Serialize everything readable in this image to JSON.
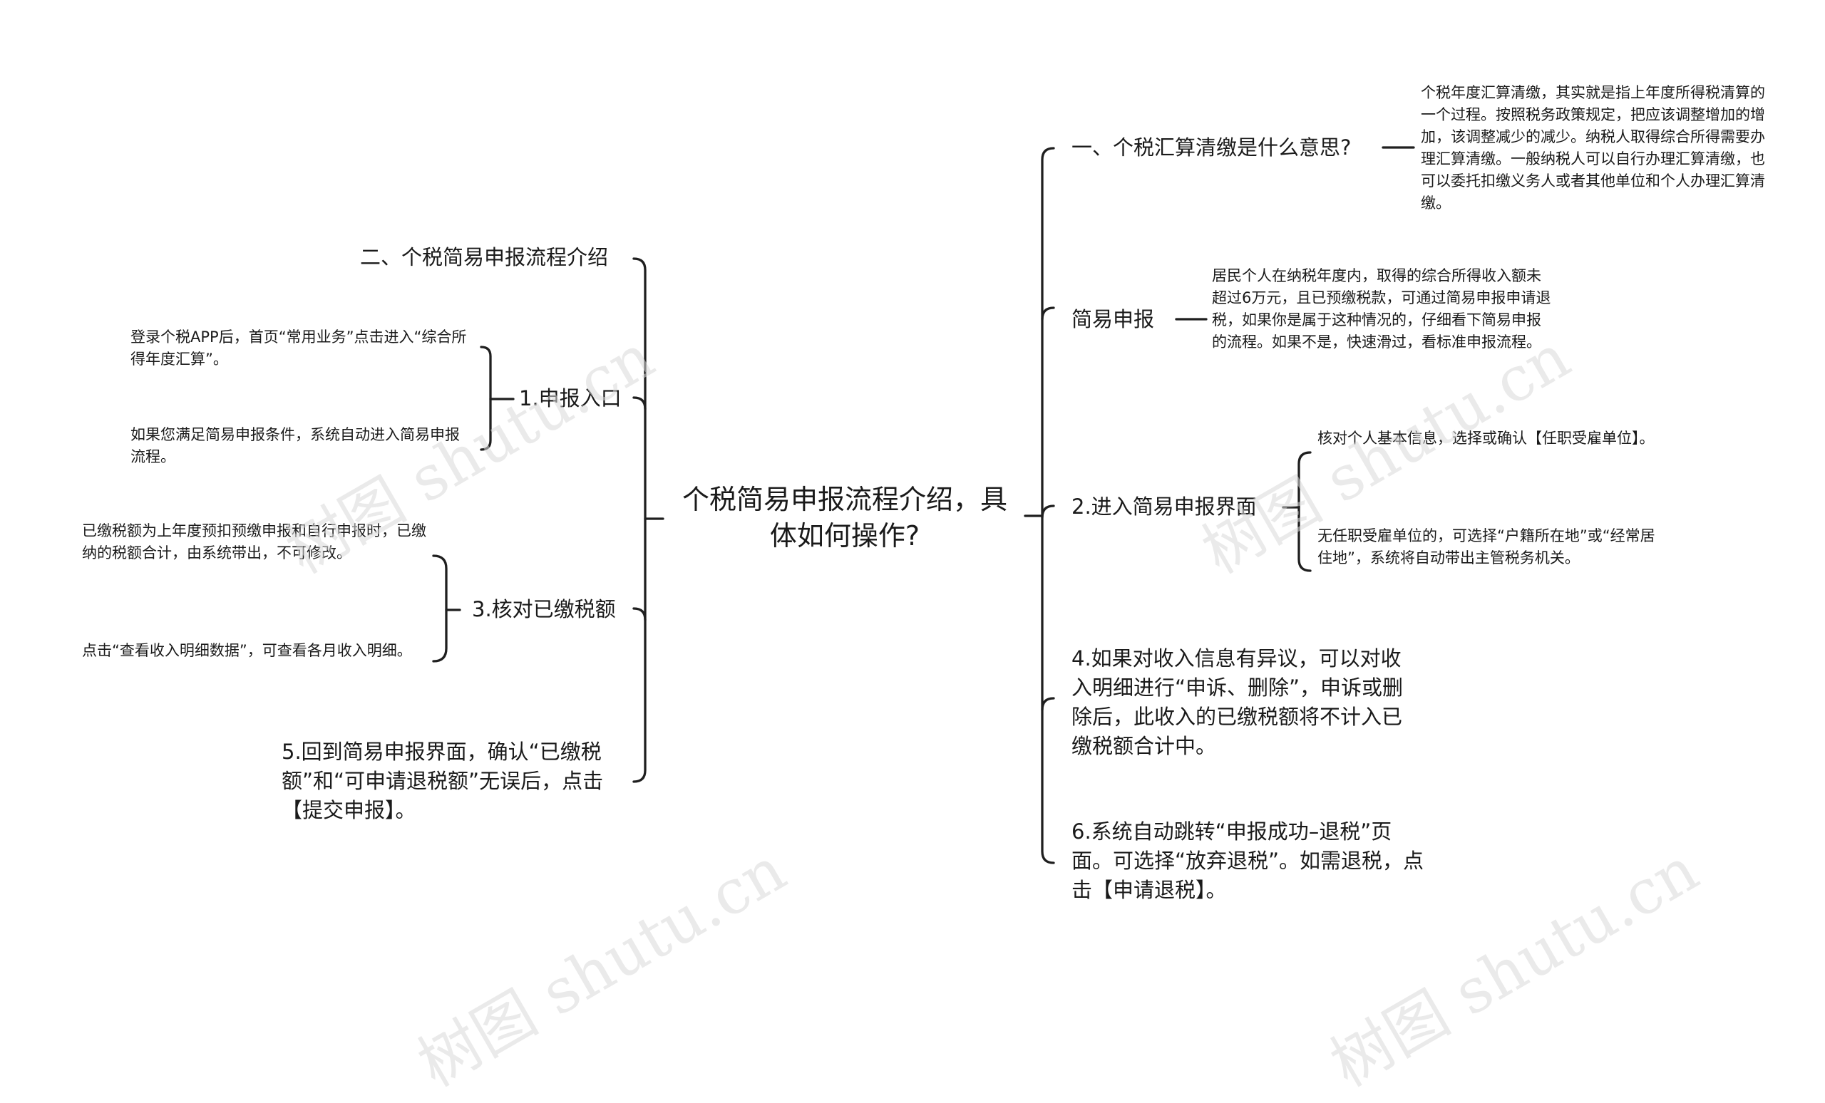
{
  "root": {
    "title": "个税简易申报流程介绍，具体如何操作?"
  },
  "left": {
    "section_title": "二、个税简易申报流程介绍",
    "entry": {
      "label": "1.申报入口",
      "leaves": [
        "登录个税APP后，首页“常用业务”点击进入“综合所得年度汇算”。",
        "如果您满足简易申报条件，系统自动进入简易申报流程。"
      ]
    },
    "verify": {
      "label": "3.核对已缴税额",
      "leaves": [
        "已缴税额为上年度预扣预缴申报和自行申报时，已缴纳的税额合计，由系统带出，不可修改。",
        "点击“查看收入明细数据”，可查看各月收入明细。"
      ]
    },
    "step5": "5.回到简易申报界面，确认“已缴税额”和“可申请退税额”无误后，点击【提交申报】。"
  },
  "right": {
    "what": {
      "label": "一、个税汇算清缴是什么意思?",
      "detail": "个税年度汇算清缴，其实就是指上年度所得税清算的一个过程。按照税务政策规定，把应该调整增加的增加，该调整减少的减少。纳税人取得综合所得需要办理汇算清缴。一般纳税人可以自行办理汇算清缴，也可以委托扣缴义务人或者其他单位和个人办理汇算清缴。"
    },
    "simple": {
      "label": "简易申报",
      "detail": "居民个人在纳税年度内，取得的综合所得收入额未超过6万元，且已预缴税款，可通过简易申报申请退税，如果你是属于这种情况的，仔细看下简易申报的流程。如果不是，快速滑过，看标准申报流程。"
    },
    "enter": {
      "label": "2.进入简易申报界面",
      "leaves": [
        "核对个人基本信息，选择或确认【任职受雇单位】。",
        "无任职受雇单位的，可选择“户籍所在地”或“经常居住地”，系统将自动带出主管税务机关。"
      ]
    },
    "step4": "4.如果对收入信息有异议，可以对收入明细进行“申诉、删除”，申诉或删除后，此收入的已缴税额将不计入已缴税额合计中。",
    "step6": "6.系统自动跳转“申报成功–退税”页面。可选择“放弃退税”。如需退税，点击【申请退税】。"
  },
  "watermark": "树图 shutu.cn"
}
